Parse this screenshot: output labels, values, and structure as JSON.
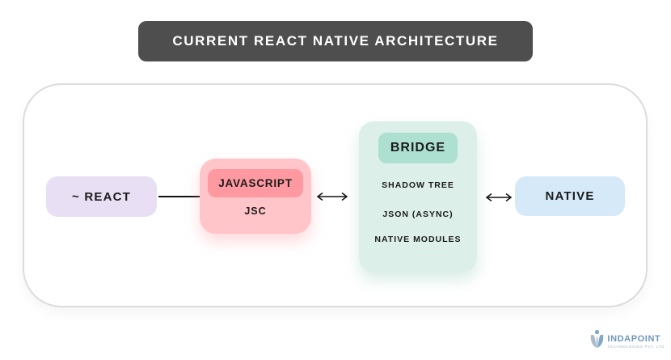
{
  "title": "CURRENT REACT NATIVE ARCHITECTURE",
  "diagram": {
    "react_box": {
      "label": "~ REACT"
    },
    "javascript_box": {
      "label": "JAVASCRIPT",
      "engine": "JSC"
    },
    "bridge_box": {
      "label": "BRIDGE",
      "items": [
        "SHADOW TREE",
        "JSON (ASYNC)",
        "NATIVE MODULES"
      ]
    },
    "native_box": {
      "label": "NATIVE"
    },
    "connectors": [
      {
        "from": "react",
        "to": "javascript",
        "style": "plain-line"
      },
      {
        "from": "javascript",
        "to": "bridge",
        "style": "double-headed-arrow"
      },
      {
        "from": "bridge",
        "to": "native",
        "style": "double-headed-arrow"
      }
    ]
  },
  "branding": {
    "name": "INDAPOINT",
    "tagline": "TECHNOLOGIES PVT. LTD."
  },
  "colors": {
    "banner_bg": "#4f4e4e",
    "react_box_bg": "#e8dff4",
    "javascript_outer_bg": "#ffc5c9",
    "javascript_inner_bg": "#ff99a1",
    "bridge_outer_bg": "#dcefe9",
    "bridge_inner_bg": "#aee0d2",
    "native_box_bg": "#d6e9f8",
    "frame_border": "#dcdcdc",
    "arrow_color": "#111111",
    "text_color": "#1b1b1b",
    "logo_blue": "#6d96bb"
  }
}
